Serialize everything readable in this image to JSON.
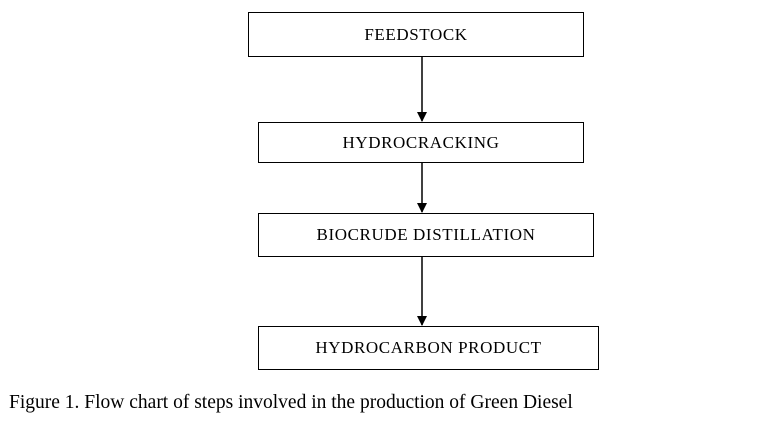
{
  "flowchart": {
    "steps": [
      {
        "label": "FEEDSTOCK"
      },
      {
        "label": "HYDROCRACKING"
      },
      {
        "label": "BIOCRUDE DISTILLATION"
      },
      {
        "label": "HYDROCARBON PRODUCT"
      }
    ]
  },
  "caption": {
    "text": "Figure 1.  Flow chart of steps involved in the production of Green Diesel"
  },
  "colors": {
    "line": "#000000",
    "background": "#ffffff"
  }
}
